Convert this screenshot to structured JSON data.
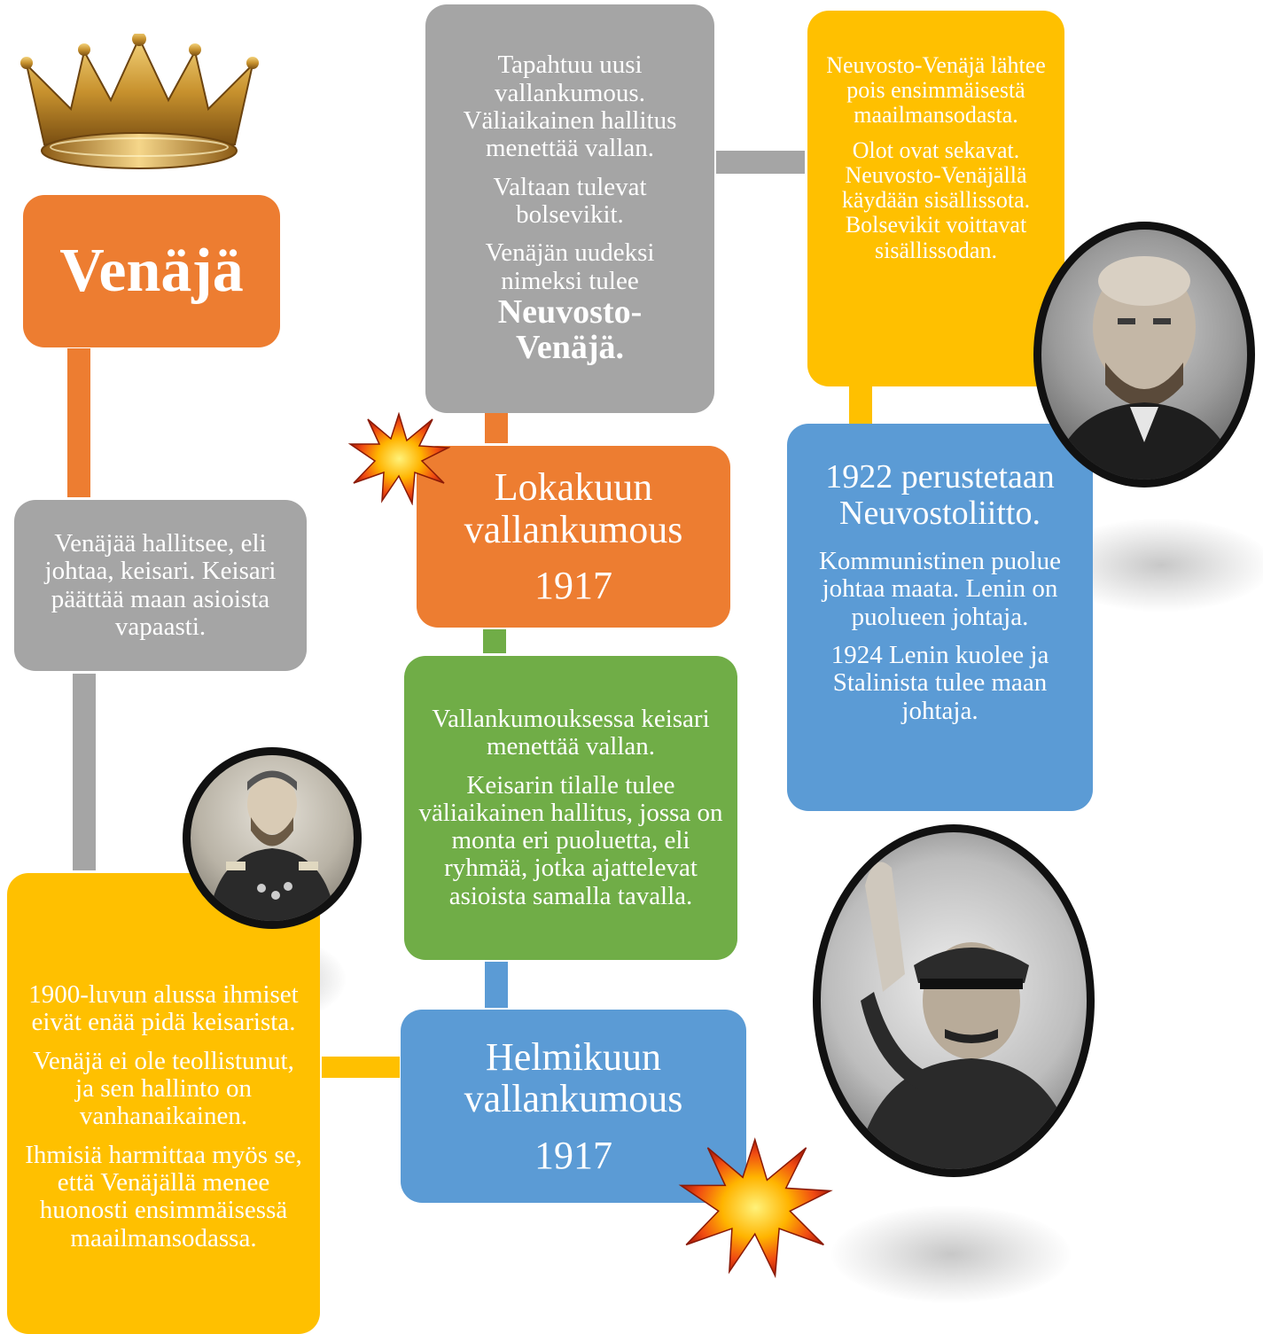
{
  "title": "Venäjä",
  "boxes": {
    "emperor_rules": "Venäjää hallitsee, eli johtaa, keisari. Keisari päättää maan asioista vapaasti.",
    "discontent": [
      "1900-luvun alussa ihmiset eivät enää pidä keisarista.",
      "Venäjä ei ole teollistunut, ja sen hallinto on vanhanaikainen.",
      "Ihmisiä harmittaa myös se, että Venäjällä menee huonosti ensimmäisessä maailmansodassa."
    ],
    "february": {
      "name": "Helmikuun vallankumous",
      "year": "1917"
    },
    "provisional": [
      "Vallankumouksessa keisari menettää vallan.",
      "Keisarin tilalle tulee väliaikainen hallitus, jossa on monta eri puoluetta, eli ryhmää, jotka ajattelevat asioista samalla tavalla."
    ],
    "october": {
      "name": "Lokakuun vallankumous",
      "year": "1917"
    },
    "bolsheviks": {
      "p1": "Tapahtuu uusi vallankumous. Väliaikainen hallitus menettää vallan.",
      "p2": "Valtaan tulevat bolsevikit.",
      "p3": "Venäjän uudeksi nimeksi tulee",
      "p3_bold": "Neuvosto-Venäjä."
    },
    "civil_war": [
      "Neuvosto-Venäjä lähtee pois ensimmäisestä maailmansodasta.",
      "Olot ovat sekavat. Neuvosto-Venäjällä käydään sisällissota. Bolsevikit voittavat sisällissodan."
    ],
    "soviet_union": {
      "heading": "1922 perustetaan Neuvostoliitto.",
      "p1": "Kommunistinen puolue johtaa maata. Lenin on puolueen johtaja.",
      "p2": "1924 Lenin kuolee ja Stalinista tulee maan johtaja."
    }
  },
  "colors": {
    "orange": "#ED7D31",
    "gray": "#A5A5A5",
    "gold": "#FFC000",
    "green": "#70AD47",
    "blue": "#5B9BD5"
  },
  "icons": [
    "crown-icon",
    "explosion-icon",
    "tsar-portrait",
    "lenin-portrait",
    "stalin-portrait"
  ]
}
